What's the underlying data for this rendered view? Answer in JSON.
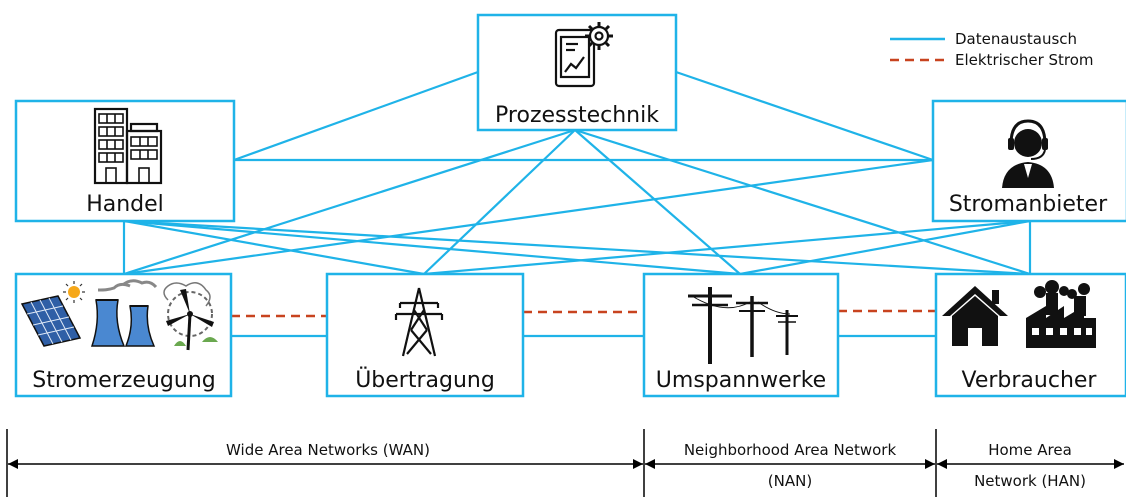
{
  "legend": {
    "data_exchange": "Datenaustausch",
    "electric_power": "Elektrischer Strom"
  },
  "colors": {
    "data_link": "#1fb3e8",
    "power_link": "#c8431f",
    "icon": "#111111"
  },
  "nodes": {
    "prozesstechnik": {
      "label": "Prozesstechnik",
      "icon": "tablet-gear-icon"
    },
    "handel": {
      "label": "Handel",
      "icon": "building-icon"
    },
    "stromanbieter": {
      "label": "Stromanbieter",
      "icon": "headset-operator-icon"
    },
    "stromerzeugung": {
      "label": "Stromerzeugung",
      "icon": "power-generation-icon"
    },
    "uebertragung": {
      "label": "Übertragung",
      "icon": "transmission-tower-icon"
    },
    "umspannwerke": {
      "label": "Umspannwerke",
      "icon": "utility-poles-icon"
    },
    "verbraucher": {
      "label": "Verbraucher",
      "icon": "house-factory-icon"
    }
  },
  "networks": {
    "wan": "Wide Area Networks (WAN)",
    "nan_line1": "Neighborhood Area Network",
    "nan_line2": "(NAN)",
    "han_line1": "Home Area",
    "han_line2": "Network (HAN)"
  }
}
